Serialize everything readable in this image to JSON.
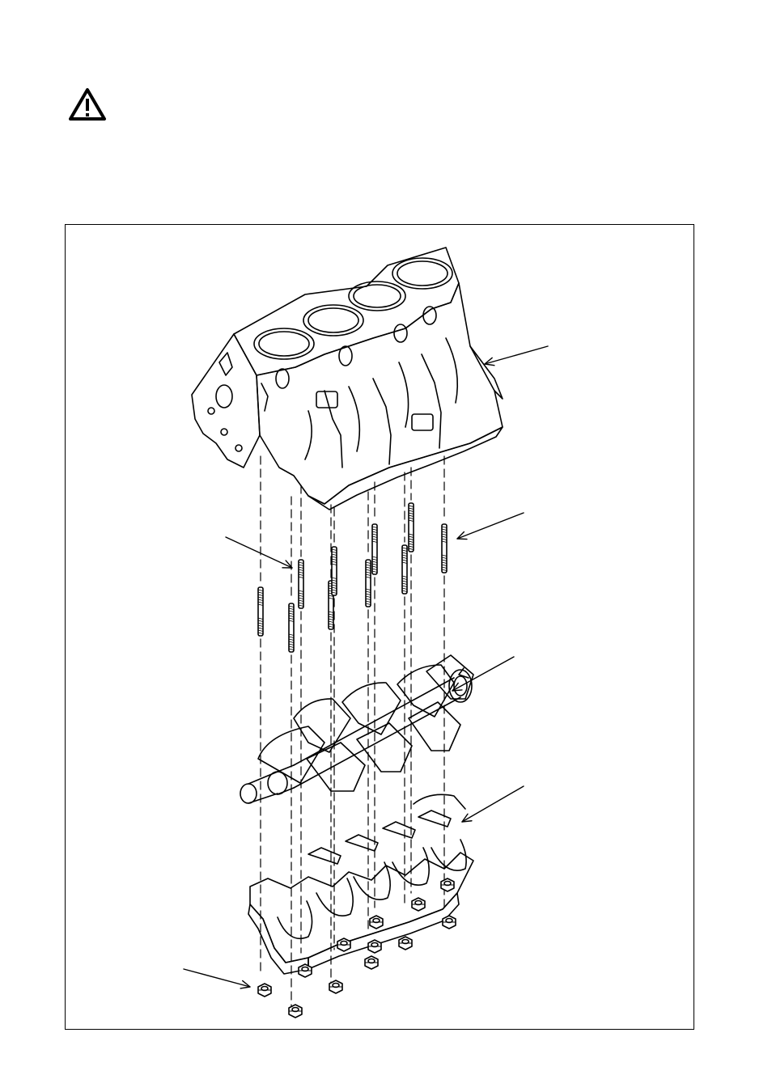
{
  "icons": {
    "warning": "warning-triangle-icon"
  },
  "diagram": {
    "subject": "engine-block-crankshaft-bedplate-exploded-view",
    "callout_count": 6,
    "stud_columns": 10,
    "nut_count": 12
  },
  "colors": {
    "line": "#000000",
    "paper": "#ffffff"
  }
}
